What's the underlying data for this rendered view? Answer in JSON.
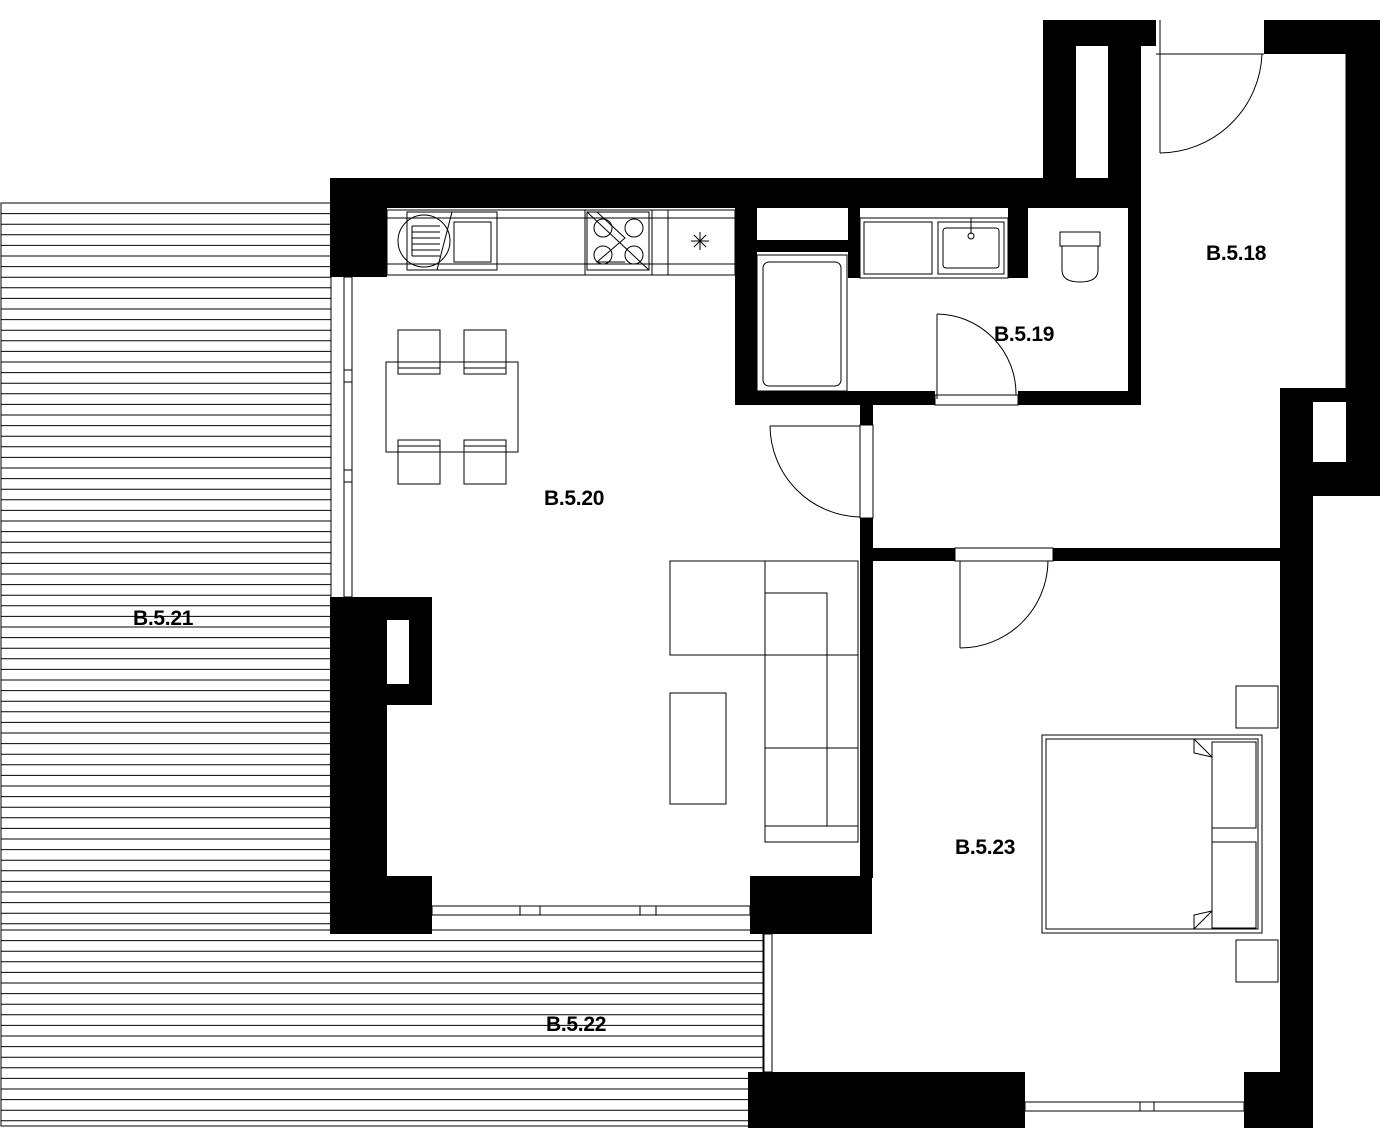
{
  "colors": {
    "wall": "#000000",
    "line": "#000000",
    "background": "#ffffff"
  },
  "rooms": {
    "hall": {
      "label": "B.5.18"
    },
    "bathroom": {
      "label": "B.5.19"
    },
    "living": {
      "label": "B.5.20"
    },
    "terrace_west": {
      "label": "B.5.21"
    },
    "terrace_south": {
      "label": "B.5.22"
    },
    "bedroom": {
      "label": "B.5.23"
    }
  }
}
